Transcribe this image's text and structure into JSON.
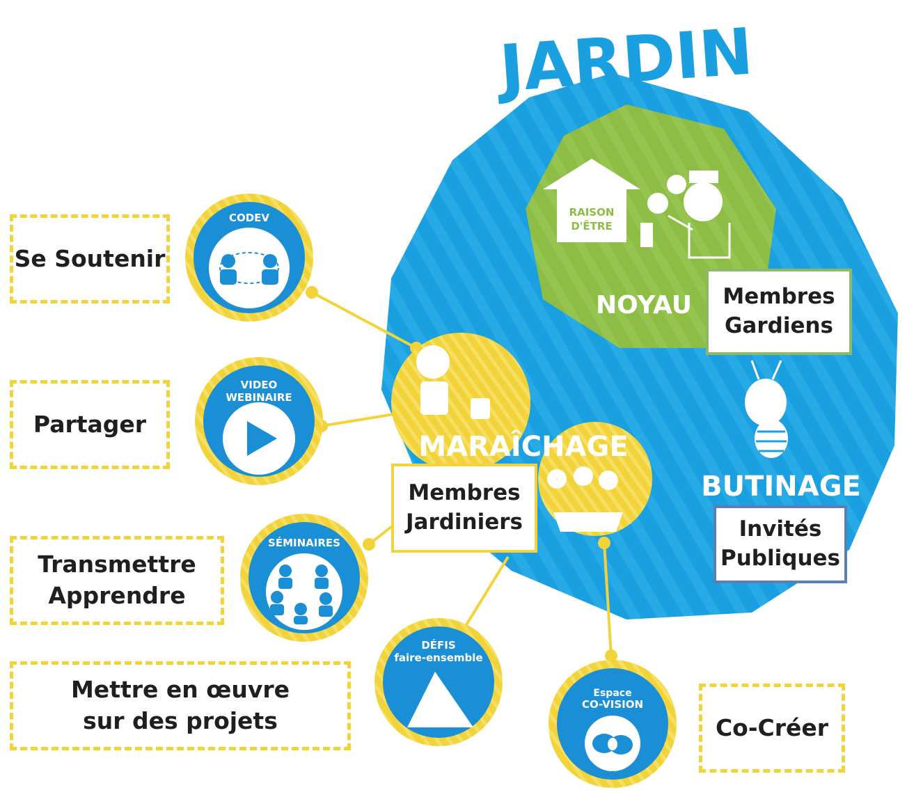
{
  "title": "JARDIN",
  "zones": {
    "noyau": "NOYAU",
    "maraichage": "MARAÎCHAGE",
    "butinage": "BUTINAGE"
  },
  "house_sign": {
    "line1": "RAISON",
    "line2": "D'ÊTRE"
  },
  "roles": {
    "gardiens": {
      "line1": "Membres",
      "line2": "Gardiens"
    },
    "jardiniers": {
      "line1": "Membres",
      "line2": "Jardiniers"
    },
    "invites": {
      "line1": "Invités",
      "line2": "Publiques"
    }
  },
  "activities": [
    {
      "badge": [
        "CODEV"
      ],
      "icon": "codev-people-icon",
      "label": [
        "Se Soutenir"
      ]
    },
    {
      "badge": [
        "VIDEO",
        "WEBINAIRE"
      ],
      "icon": "play-icon",
      "label": [
        "Partager"
      ]
    },
    {
      "badge": [
        "SÉMINAIRES"
      ],
      "icon": "group-people-icon",
      "label": [
        "Transmettre",
        "Apprendre"
      ]
    },
    {
      "badge": [
        "DÉFIS",
        "faire-ensemble"
      ],
      "icon": "mountain-icon",
      "label": [
        "Mettre en œuvre",
        "sur des projets"
      ]
    },
    {
      "badge": [
        "Espace",
        "CO-VISION"
      ],
      "icon": "speech-bubbles-icon",
      "label": [
        "Co-Créer"
      ]
    }
  ],
  "colors": {
    "blue": "#1aa0e0",
    "green": "#8dbd45",
    "yellow": "#f2d43a",
    "dark_blue_badge": "#1a8fd6"
  }
}
